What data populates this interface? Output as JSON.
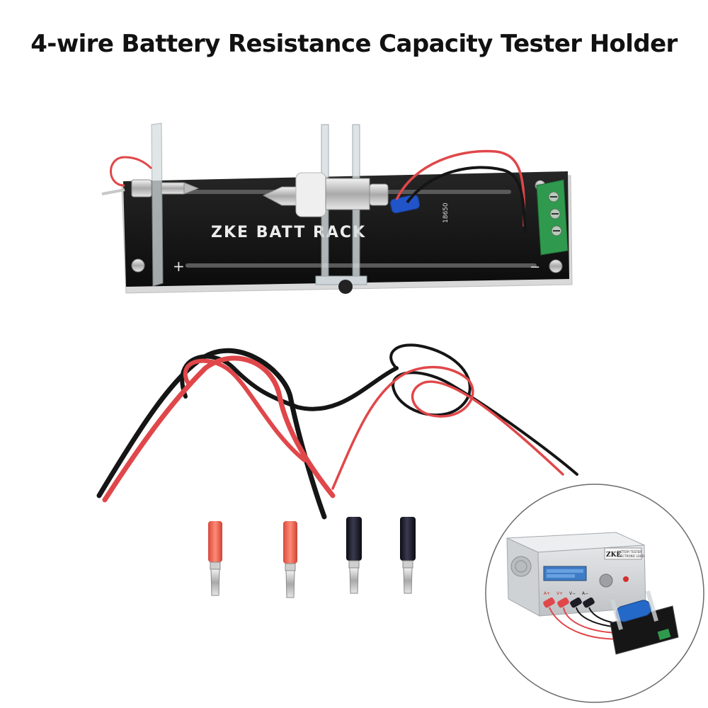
{
  "title": "4-wire Battery Resistance Capacity Tester Holder",
  "rack": {
    "label": "ZKE BATT  RACK",
    "polarity_plus": "+",
    "polarity_minus": "−",
    "size_mark": "18650"
  },
  "inset": {
    "brand": "ZKE",
    "device_line1": "BATTERY TESTER",
    "device_line2": "ELECTRONIC LOAD",
    "terminals": [
      "A+",
      "V+",
      "V−",
      "A−"
    ]
  },
  "colors": {
    "rack_board": "#141414",
    "wire_red": "#e0474a",
    "wire_black": "#151515",
    "plug_red": "#f06a55",
    "plug_black": "#1c1c26",
    "terminal_green": "#2f9a4e",
    "tester_case": "#d4d6d8",
    "tester_lcd": "#3f7cc6"
  },
  "icons": [
    "banana-plug-red",
    "banana-plug-black",
    "terminal-block",
    "knob"
  ]
}
